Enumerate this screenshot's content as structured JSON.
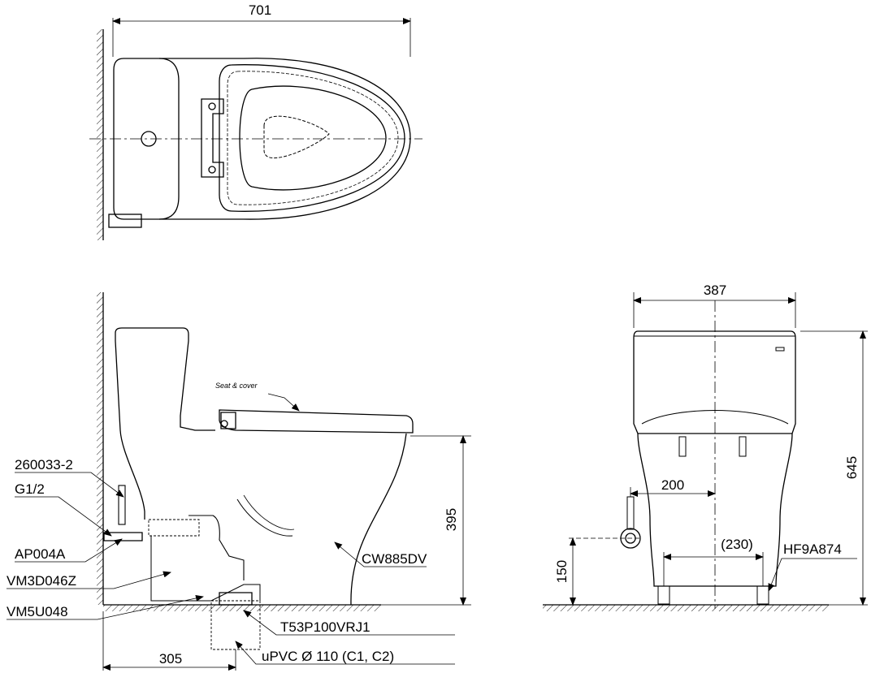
{
  "top_view": {
    "width_dim": "701"
  },
  "side_view": {
    "height_dim": "395",
    "rough_in_dim": "305",
    "seat_label": "Seat & cover",
    "labels": {
      "hose": "260033-2",
      "thread": "G1/2",
      "valve": "AP004A",
      "flange": "VM3D046Z",
      "bolt": "VM5U048",
      "bowl": "CW885DV",
      "adapter": "T53P100VRJ1",
      "pipe": "uPVC Ø 110 (C1, C2)"
    }
  },
  "front_view": {
    "width_dim": "387",
    "height_dim": "645",
    "supply_offset_dim": "200",
    "supply_height_dim": "150",
    "bolt_spacing_dim": "(230)",
    "bolt_label": "HF9A874"
  }
}
